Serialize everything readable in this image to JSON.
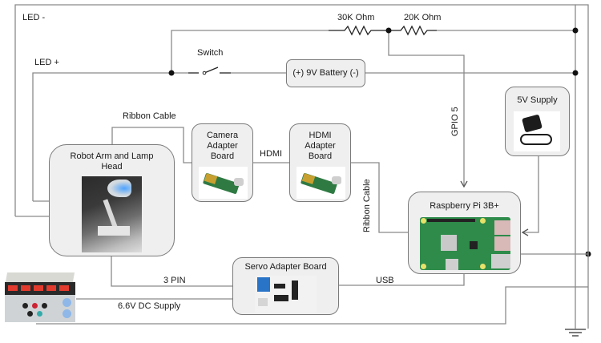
{
  "diagram": {
    "labels": {
      "led_minus": "LED -",
      "led_plus": "LED +",
      "switch": "Switch",
      "resistor_30k": "30K Ohm",
      "resistor_20k": "20K Ohm",
      "ribbon_cable_top": "Ribbon Cable",
      "hdmi": "HDMI",
      "gpio5": "GPIO 5",
      "ribbon_cable_side": "Ribbon Cable",
      "three_pin": "3 PIN",
      "usb": "USB",
      "dc_supply": "6.6V DC Supply"
    },
    "nodes": {
      "battery": "(+) 9V Battery (-)",
      "robot_arm": "Robot Arm and Lamp Head",
      "camera_adapter": "Camera Adapter Board",
      "hdmi_adapter": "HDMI Adapter Board",
      "five_v_supply": "5V Supply",
      "raspberry_pi": "Raspberry Pi 3B+",
      "servo_adapter": "Servo Adapter Board"
    },
    "colors": {
      "wire": "#8a8a8a",
      "box_fill": "#efefef",
      "box_border": "#7a7a7a",
      "junction": "#111111",
      "pcb_green": "#2e8b4a"
    }
  }
}
